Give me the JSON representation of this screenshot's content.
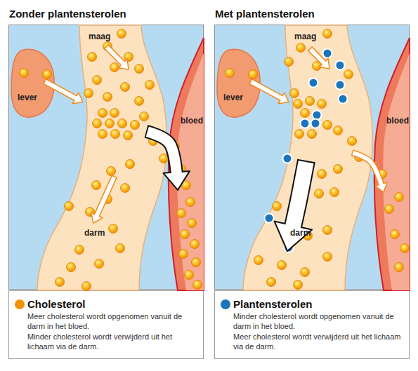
{
  "diagram": {
    "nodes": [
      {
        "text": [
          "Zonder plantensterolen"
        ]
      },
      {
        "text": [
          "lever"
        ],
        "in": 0
      },
      {
        "text": [
          "maag",
          "darm"
        ],
        "in": 0
      },
      {
        "text": [
          "bloed"
        ],
        "in": 0
      },
      {
        "text": [
          "Met plantensterolen"
        ]
      },
      {
        "text": [
          "lever"
        ],
        "in": 4
      },
      {
        "text": [
          "maag",
          "darm"
        ],
        "in": 4
      },
      {
        "text": [
          "bloed"
        ],
        "in": 4
      }
    ],
    "edges": [
      {
        "from": 1,
        "to": 2,
        "arrow": "to"
      },
      {
        "from": 2,
        "to": 3,
        "arrow": "to"
      },
      {
        "from": 5,
        "to": 6,
        "arrow": "to"
      },
      {
        "from": 6,
        "to": 7,
        "arrow": "to"
      }
    ],
    "labels": [
      "Meer cholesterol wordt opgenomen vanuit de darm in het bloed.",
      "Minder cholesterol wordt verwijderd uit het lichaam via de darm.",
      "Minder cholesterol wordt opgenomen vanuit de darm in het bloed.",
      "Meer cholesterol wordt verwijderd uit het lichaam via de darm."
    ],
    "legend": [
      {
        "text": "Cholesterol",
        "color": "#f39200"
      },
      {
        "text": "Plantensterolen",
        "color": "#1a75bc"
      }
    ]
  }
}
